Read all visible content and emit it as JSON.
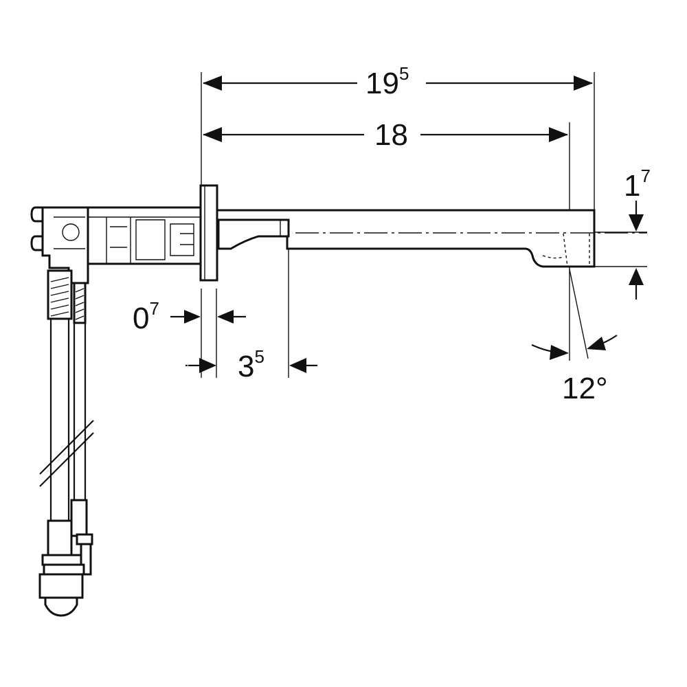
{
  "dimensions": {
    "overall_length": {
      "main": "19",
      "sup": "5"
    },
    "spout_length": {
      "main": "18",
      "sup": ""
    },
    "spout_height": {
      "main": "1",
      "sup": "7"
    },
    "plate_thickness": {
      "main": "0",
      "sup": "7"
    },
    "plate_to_inlet": {
      "main": "3",
      "sup": "5"
    },
    "outlet_angle": {
      "main": "12°",
      "sup": ""
    }
  },
  "colors": {
    "line": "#111111",
    "background": "#ffffff"
  }
}
